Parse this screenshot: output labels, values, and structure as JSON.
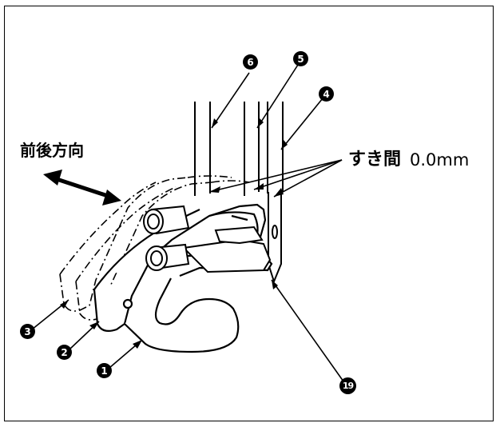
{
  "labels": {
    "direction": "前後方向",
    "gap": "すき間",
    "gap_value": "0.0mm"
  },
  "callouts": {
    "c1": "1",
    "c2": "2",
    "c3": "3",
    "c4": "4",
    "c5": "5",
    "c6": "6",
    "c19": "19"
  }
}
